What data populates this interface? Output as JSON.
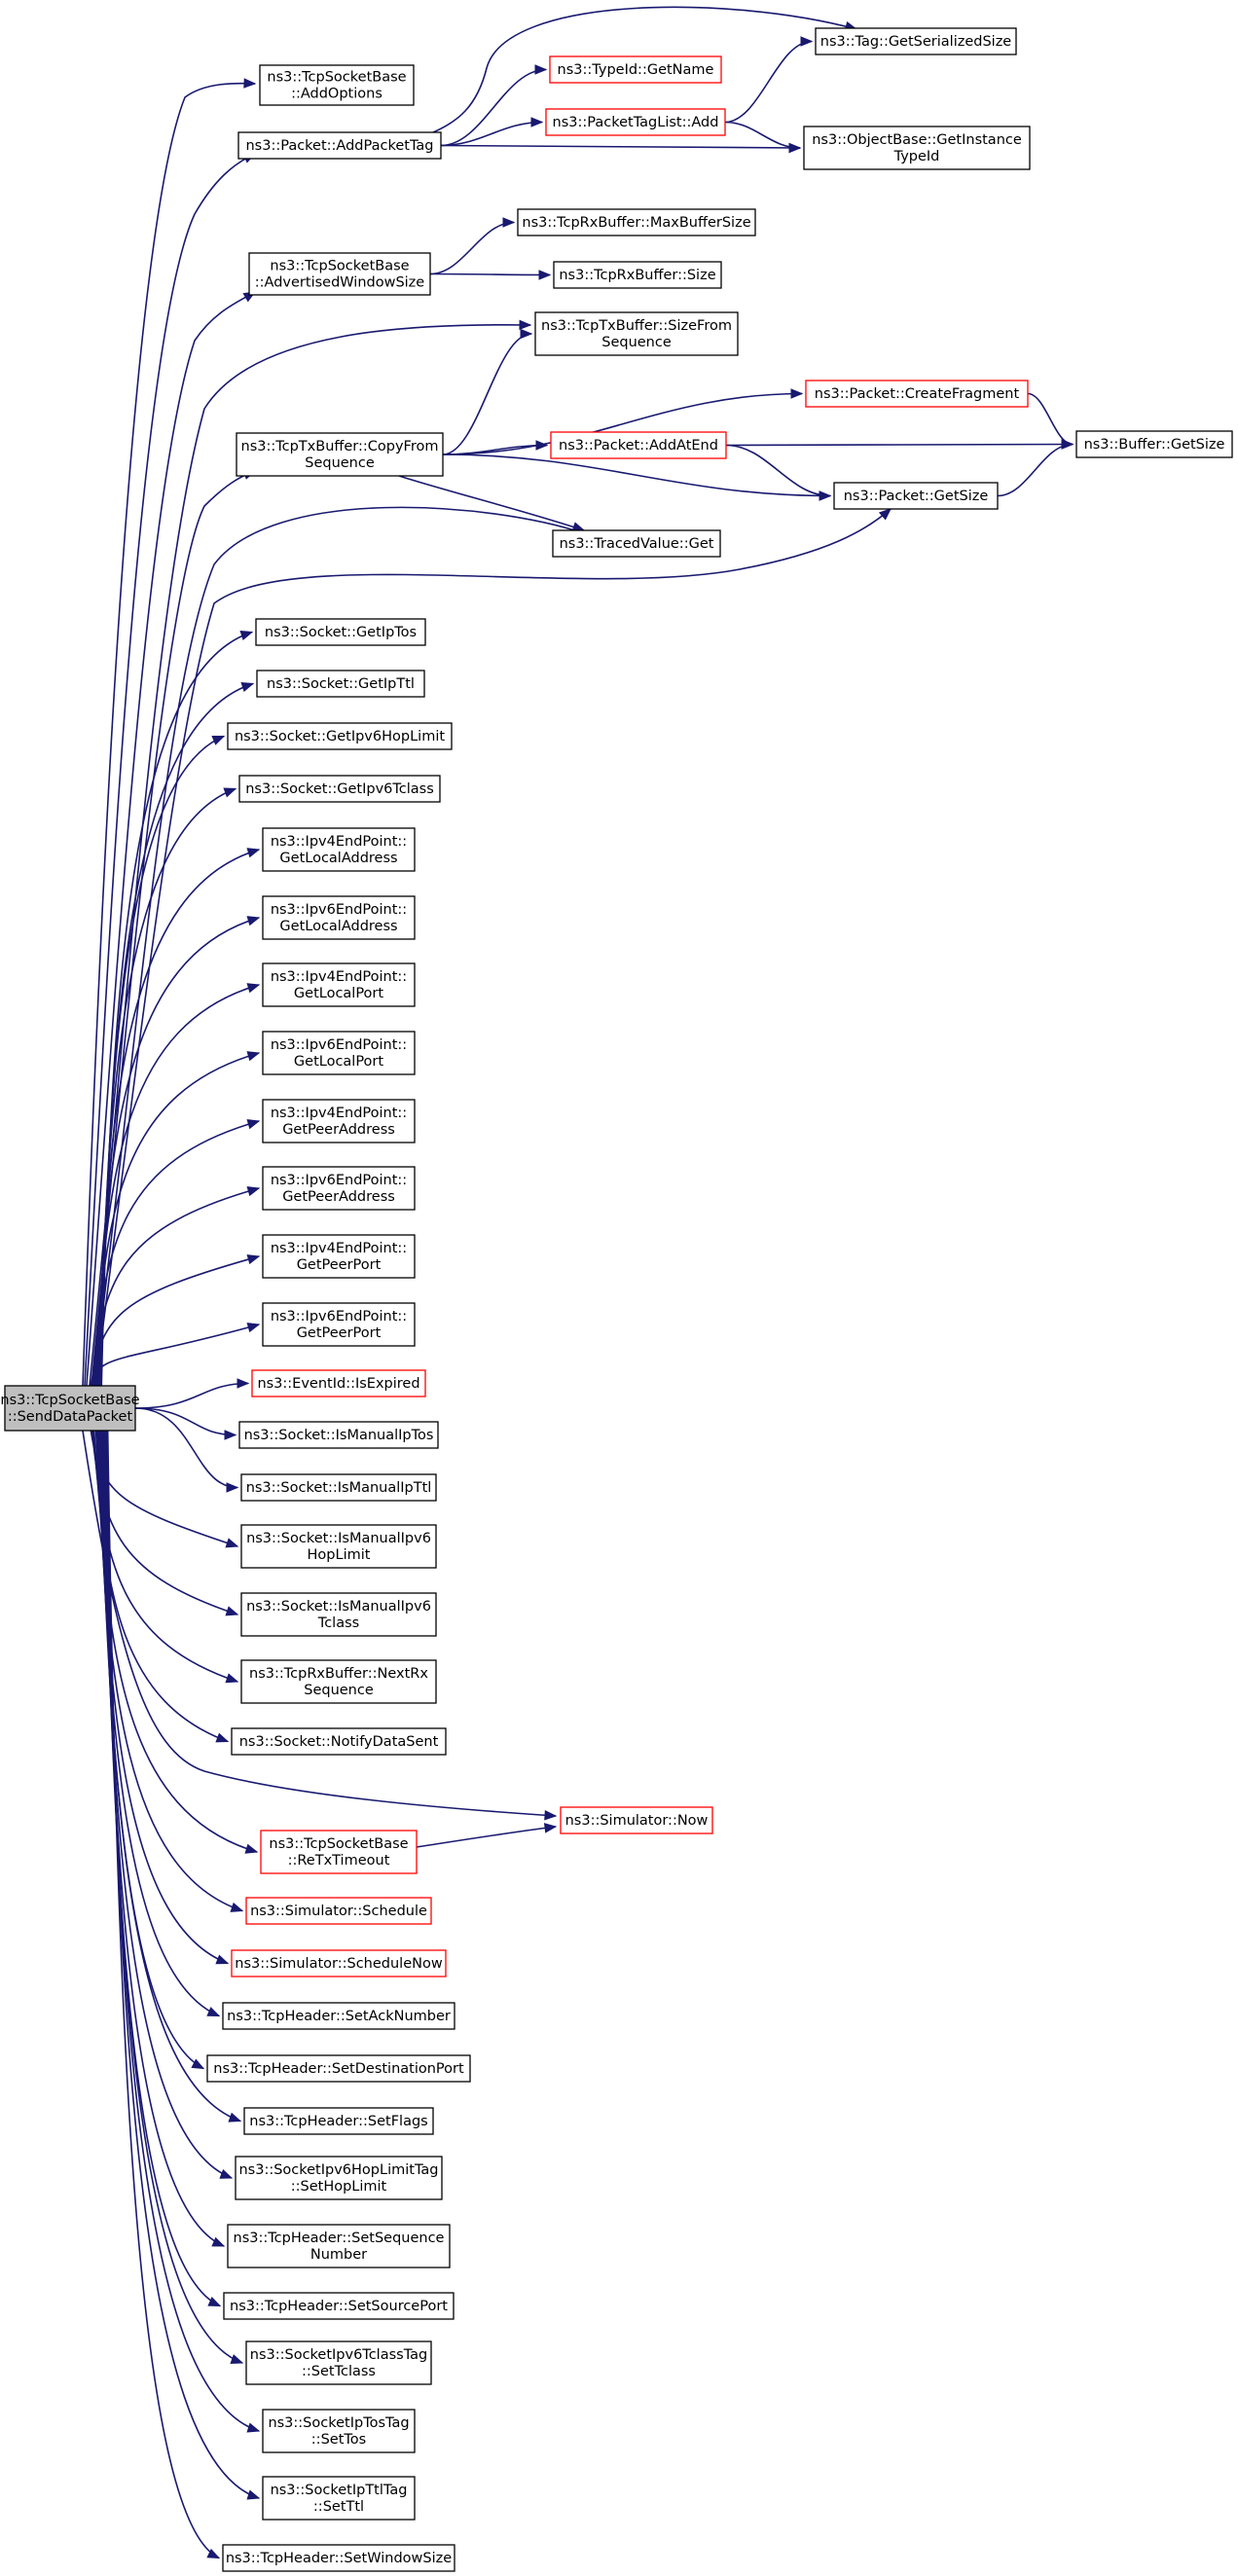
{
  "colors": {
    "edge": "#191970",
    "node_border": "#000000",
    "node_border_red": "#ff0000",
    "root_fill": "#bfbfbf",
    "node_fill": "#ffffff"
  },
  "nodes": [
    {
      "id": "root",
      "lines": [
        "ns3::TcpSocketBase",
        "::SendDataPacket"
      ],
      "style": "root"
    },
    {
      "id": "addoptions",
      "lines": [
        "ns3::TcpSocketBase",
        "::AddOptions"
      ],
      "style": "normal"
    },
    {
      "id": "addpackettag",
      "lines": [
        "ns3::Packet::AddPacketTag"
      ],
      "style": "normal"
    },
    {
      "id": "getserialized",
      "lines": [
        "ns3::Tag::GetSerializedSize"
      ],
      "style": "normal"
    },
    {
      "id": "typeidgetname",
      "lines": [
        "ns3::TypeId::GetName"
      ],
      "style": "red"
    },
    {
      "id": "packettaglistadd",
      "lines": [
        "ns3::PacketTagList::Add"
      ],
      "style": "red"
    },
    {
      "id": "objectbase",
      "lines": [
        "ns3::ObjectBase::GetInstance",
        "TypeId"
      ],
      "style": "normal"
    },
    {
      "id": "advwin",
      "lines": [
        "ns3::TcpSocketBase",
        "::AdvertisedWindowSize"
      ],
      "style": "normal"
    },
    {
      "id": "rxmaxbuf",
      "lines": [
        "ns3::TcpRxBuffer::MaxBufferSize"
      ],
      "style": "normal"
    },
    {
      "id": "rxsize",
      "lines": [
        "ns3::TcpRxBuffer::Size"
      ],
      "style": "normal"
    },
    {
      "id": "txsizefrom",
      "lines": [
        "ns3::TcpTxBuffer::SizeFrom",
        "Sequence"
      ],
      "style": "normal"
    },
    {
      "id": "copyfrom",
      "lines": [
        "ns3::TcpTxBuffer::CopyFrom",
        "Sequence"
      ],
      "style": "normal"
    },
    {
      "id": "createfrag",
      "lines": [
        "ns3::Packet::CreateFragment"
      ],
      "style": "red"
    },
    {
      "id": "addatend",
      "lines": [
        "ns3::Packet::AddAtEnd"
      ],
      "style": "red"
    },
    {
      "id": "buffergetsize",
      "lines": [
        "ns3::Buffer::GetSize"
      ],
      "style": "normal"
    },
    {
      "id": "packetgetsize",
      "lines": [
        "ns3::Packet::GetSize"
      ],
      "style": "normal"
    },
    {
      "id": "tracedget",
      "lines": [
        "ns3::TracedValue::Get"
      ],
      "style": "normal"
    },
    {
      "id": "getiptos",
      "lines": [
        "ns3::Socket::GetIpTos"
      ],
      "style": "normal"
    },
    {
      "id": "getipttl",
      "lines": [
        "ns3::Socket::GetIpTtl"
      ],
      "style": "normal"
    },
    {
      "id": "getipv6hop",
      "lines": [
        "ns3::Socket::GetIpv6HopLimit"
      ],
      "style": "normal"
    },
    {
      "id": "getipv6tclass",
      "lines": [
        "ns3::Socket::GetIpv6Tclass"
      ],
      "style": "normal"
    },
    {
      "id": "ipv4localaddr",
      "lines": [
        "ns3::Ipv4EndPoint::",
        "GetLocalAddress"
      ],
      "style": "normal"
    },
    {
      "id": "ipv6localaddr",
      "lines": [
        "ns3::Ipv6EndPoint::",
        "GetLocalAddress"
      ],
      "style": "normal"
    },
    {
      "id": "ipv4localport",
      "lines": [
        "ns3::Ipv4EndPoint::",
        "GetLocalPort"
      ],
      "style": "normal"
    },
    {
      "id": "ipv6localport",
      "lines": [
        "ns3::Ipv6EndPoint::",
        "GetLocalPort"
      ],
      "style": "normal"
    },
    {
      "id": "ipv4peeraddr",
      "lines": [
        "ns3::Ipv4EndPoint::",
        "GetPeerAddress"
      ],
      "style": "normal"
    },
    {
      "id": "ipv6peeraddr",
      "lines": [
        "ns3::Ipv6EndPoint::",
        "GetPeerAddress"
      ],
      "style": "normal"
    },
    {
      "id": "ipv4peerport",
      "lines": [
        "ns3::Ipv4EndPoint::",
        "GetPeerPort"
      ],
      "style": "normal"
    },
    {
      "id": "ipv6peerport",
      "lines": [
        "ns3::Ipv6EndPoint::",
        "GetPeerPort"
      ],
      "style": "normal"
    },
    {
      "id": "isexpired",
      "lines": [
        "ns3::EventId::IsExpired"
      ],
      "style": "red"
    },
    {
      "id": "ismaniptos",
      "lines": [
        "ns3::Socket::IsManualIpTos"
      ],
      "style": "normal"
    },
    {
      "id": "ismanipttl",
      "lines": [
        "ns3::Socket::IsManualIpTtl"
      ],
      "style": "normal"
    },
    {
      "id": "ismanv6hop",
      "lines": [
        "ns3::Socket::IsManualIpv6",
        "HopLimit"
      ],
      "style": "normal"
    },
    {
      "id": "ismanv6tclass",
      "lines": [
        "ns3::Socket::IsManualIpv6",
        "Tclass"
      ],
      "style": "normal"
    },
    {
      "id": "nextrxseq",
      "lines": [
        "ns3::TcpRxBuffer::NextRx",
        "Sequence"
      ],
      "style": "normal"
    },
    {
      "id": "notifysent",
      "lines": [
        "ns3::Socket::NotifyDataSent"
      ],
      "style": "normal"
    },
    {
      "id": "simnow",
      "lines": [
        "ns3::Simulator::Now"
      ],
      "style": "red"
    },
    {
      "id": "retxtimeout",
      "lines": [
        "ns3::TcpSocketBase",
        "::ReTxTimeout"
      ],
      "style": "red"
    },
    {
      "id": "schedule",
      "lines": [
        "ns3::Simulator::Schedule"
      ],
      "style": "red"
    },
    {
      "id": "schedulenow",
      "lines": [
        "ns3::Simulator::ScheduleNow"
      ],
      "style": "red"
    },
    {
      "id": "setacknum",
      "lines": [
        "ns3::TcpHeader::SetAckNumber"
      ],
      "style": "normal"
    },
    {
      "id": "setdestport",
      "lines": [
        "ns3::TcpHeader::SetDestinationPort"
      ],
      "style": "normal"
    },
    {
      "id": "setflags",
      "lines": [
        "ns3::TcpHeader::SetFlags"
      ],
      "style": "normal"
    },
    {
      "id": "sethoplimit",
      "lines": [
        "ns3::SocketIpv6HopLimitTag",
        "::SetHopLimit"
      ],
      "style": "normal"
    },
    {
      "id": "setseqnum",
      "lines": [
        "ns3::TcpHeader::SetSequence",
        "Number"
      ],
      "style": "normal"
    },
    {
      "id": "setsrcport",
      "lines": [
        "ns3::TcpHeader::SetSourcePort"
      ],
      "style": "normal"
    },
    {
      "id": "settclass",
      "lines": [
        "ns3::SocketIpv6TclassTag",
        "::SetTclass"
      ],
      "style": "normal"
    },
    {
      "id": "settos",
      "lines": [
        "ns3::SocketIpTosTag",
        "::SetTos"
      ],
      "style": "normal"
    },
    {
      "id": "setttl",
      "lines": [
        "ns3::SocketIpTtlTag",
        "::SetTtl"
      ],
      "style": "normal"
    },
    {
      "id": "setwinsize",
      "lines": [
        "ns3::TcpHeader::SetWindowSize"
      ],
      "style": "normal"
    }
  ],
  "edges": [
    [
      "root",
      "addoptions"
    ],
    [
      "root",
      "addpackettag"
    ],
    [
      "root",
      "advwin"
    ],
    [
      "root",
      "txsizefrom"
    ],
    [
      "root",
      "copyfrom"
    ],
    [
      "root",
      "tracedget"
    ],
    [
      "root",
      "packetgetsize"
    ],
    [
      "root",
      "getiptos"
    ],
    [
      "root",
      "getipttl"
    ],
    [
      "root",
      "getipv6hop"
    ],
    [
      "root",
      "getipv6tclass"
    ],
    [
      "root",
      "ipv4localaddr"
    ],
    [
      "root",
      "ipv6localaddr"
    ],
    [
      "root",
      "ipv4localport"
    ],
    [
      "root",
      "ipv6localport"
    ],
    [
      "root",
      "ipv4peeraddr"
    ],
    [
      "root",
      "ipv6peeraddr"
    ],
    [
      "root",
      "ipv4peerport"
    ],
    [
      "root",
      "ipv6peerport"
    ],
    [
      "root",
      "isexpired"
    ],
    [
      "root",
      "ismaniptos"
    ],
    [
      "root",
      "ismanipttl"
    ],
    [
      "root",
      "ismanv6hop"
    ],
    [
      "root",
      "ismanv6tclass"
    ],
    [
      "root",
      "nextrxseq"
    ],
    [
      "root",
      "notifysent"
    ],
    [
      "root",
      "simnow"
    ],
    [
      "root",
      "retxtimeout"
    ],
    [
      "root",
      "schedule"
    ],
    [
      "root",
      "schedulenow"
    ],
    [
      "root",
      "setacknum"
    ],
    [
      "root",
      "setdestport"
    ],
    [
      "root",
      "setflags"
    ],
    [
      "root",
      "sethoplimit"
    ],
    [
      "root",
      "setseqnum"
    ],
    [
      "root",
      "setsrcport"
    ],
    [
      "root",
      "settclass"
    ],
    [
      "root",
      "settos"
    ],
    [
      "root",
      "setttl"
    ],
    [
      "root",
      "setwinsize"
    ],
    [
      "addpackettag",
      "getserialized"
    ],
    [
      "addpackettag",
      "typeidgetname"
    ],
    [
      "addpackettag",
      "packettaglistadd"
    ],
    [
      "addpackettag",
      "objectbase"
    ],
    [
      "packettaglistadd",
      "getserialized"
    ],
    [
      "packettaglistadd",
      "objectbase"
    ],
    [
      "advwin",
      "rxmaxbuf"
    ],
    [
      "advwin",
      "rxsize"
    ],
    [
      "copyfrom",
      "txsizefrom"
    ],
    [
      "copyfrom",
      "createfrag"
    ],
    [
      "copyfrom",
      "addatend"
    ],
    [
      "copyfrom",
      "packetgetsize"
    ],
    [
      "copyfrom",
      "tracedget"
    ],
    [
      "createfrag",
      "buffergetsize"
    ],
    [
      "addatend",
      "buffergetsize"
    ],
    [
      "addatend",
      "packetgetsize"
    ],
    [
      "packetgetsize",
      "buffergetsize"
    ],
    [
      "retxtimeout",
      "simnow"
    ]
  ]
}
